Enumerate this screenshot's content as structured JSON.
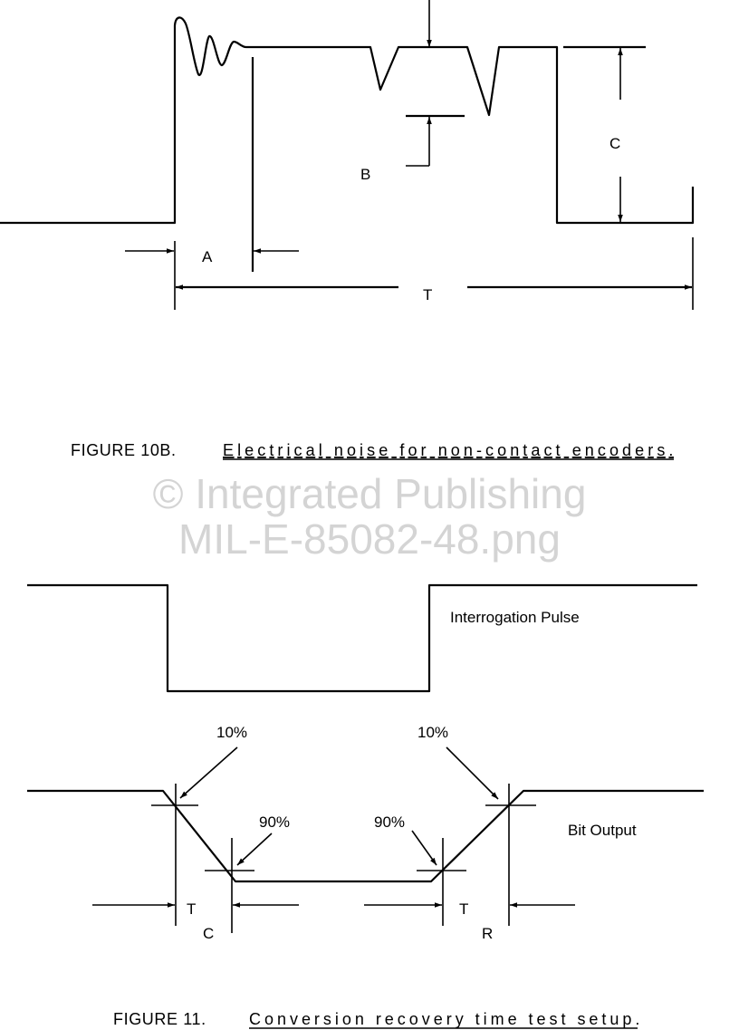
{
  "figure_10b": {
    "labels": {
      "a": "A",
      "b": "B",
      "c": "C",
      "t": "T"
    },
    "caption_number": "FIGURE 10B.",
    "caption_title": "Electrical noise for non-contact encoders."
  },
  "watermark": {
    "line1": "© Integrated Publishing",
    "line2": "MIL-E-85082-48.png"
  },
  "figure_11": {
    "interrogation_label": "Interrogation Pulse",
    "bit_output_label": "Bit Output",
    "pct_10_left": "10%",
    "pct_10_right": "10%",
    "pct_90_left": "90%",
    "pct_90_right": "90%",
    "tc_main": "T",
    "tc_sub": "C",
    "tr_main": "T",
    "tr_sub": "R",
    "caption_number": "FIGURE 11.",
    "caption_title": "Conversion recovery time test setup."
  }
}
